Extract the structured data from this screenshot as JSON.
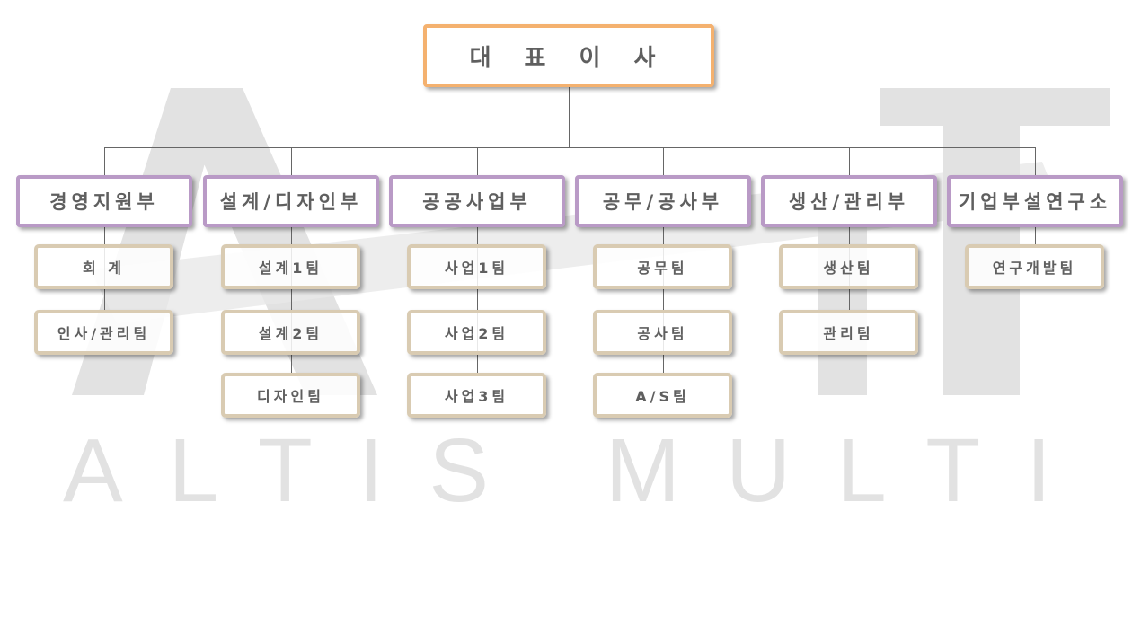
{
  "watermark": {
    "text": "ALTIS MULTI"
  },
  "ceo": {
    "label": "대 표 이 사"
  },
  "departments": [
    {
      "label": "경영지원부",
      "teams": [
        "회 계",
        "인사/관리팀"
      ]
    },
    {
      "label": "설계/디자인부",
      "teams": [
        "설계1팀",
        "설계2팀",
        "디자인팀"
      ]
    },
    {
      "label": "공공사업부",
      "teams": [
        "사업1팀",
        "사업2팀",
        "사업3팀"
      ]
    },
    {
      "label": "공무/공사부",
      "teams": [
        "공무팀",
        "공사팀",
        "A/S팀"
      ]
    },
    {
      "label": "생산/관리부",
      "teams": [
        "생산팀",
        "관리팀"
      ]
    },
    {
      "label": "기업부설연구소",
      "teams": [
        "연구개발팀"
      ]
    }
  ],
  "colors": {
    "ceo_border": "#f4b16f",
    "dept_border": "#b99ac6",
    "team_border": "#d9cbb2",
    "watermark": "#e2e2e2"
  }
}
